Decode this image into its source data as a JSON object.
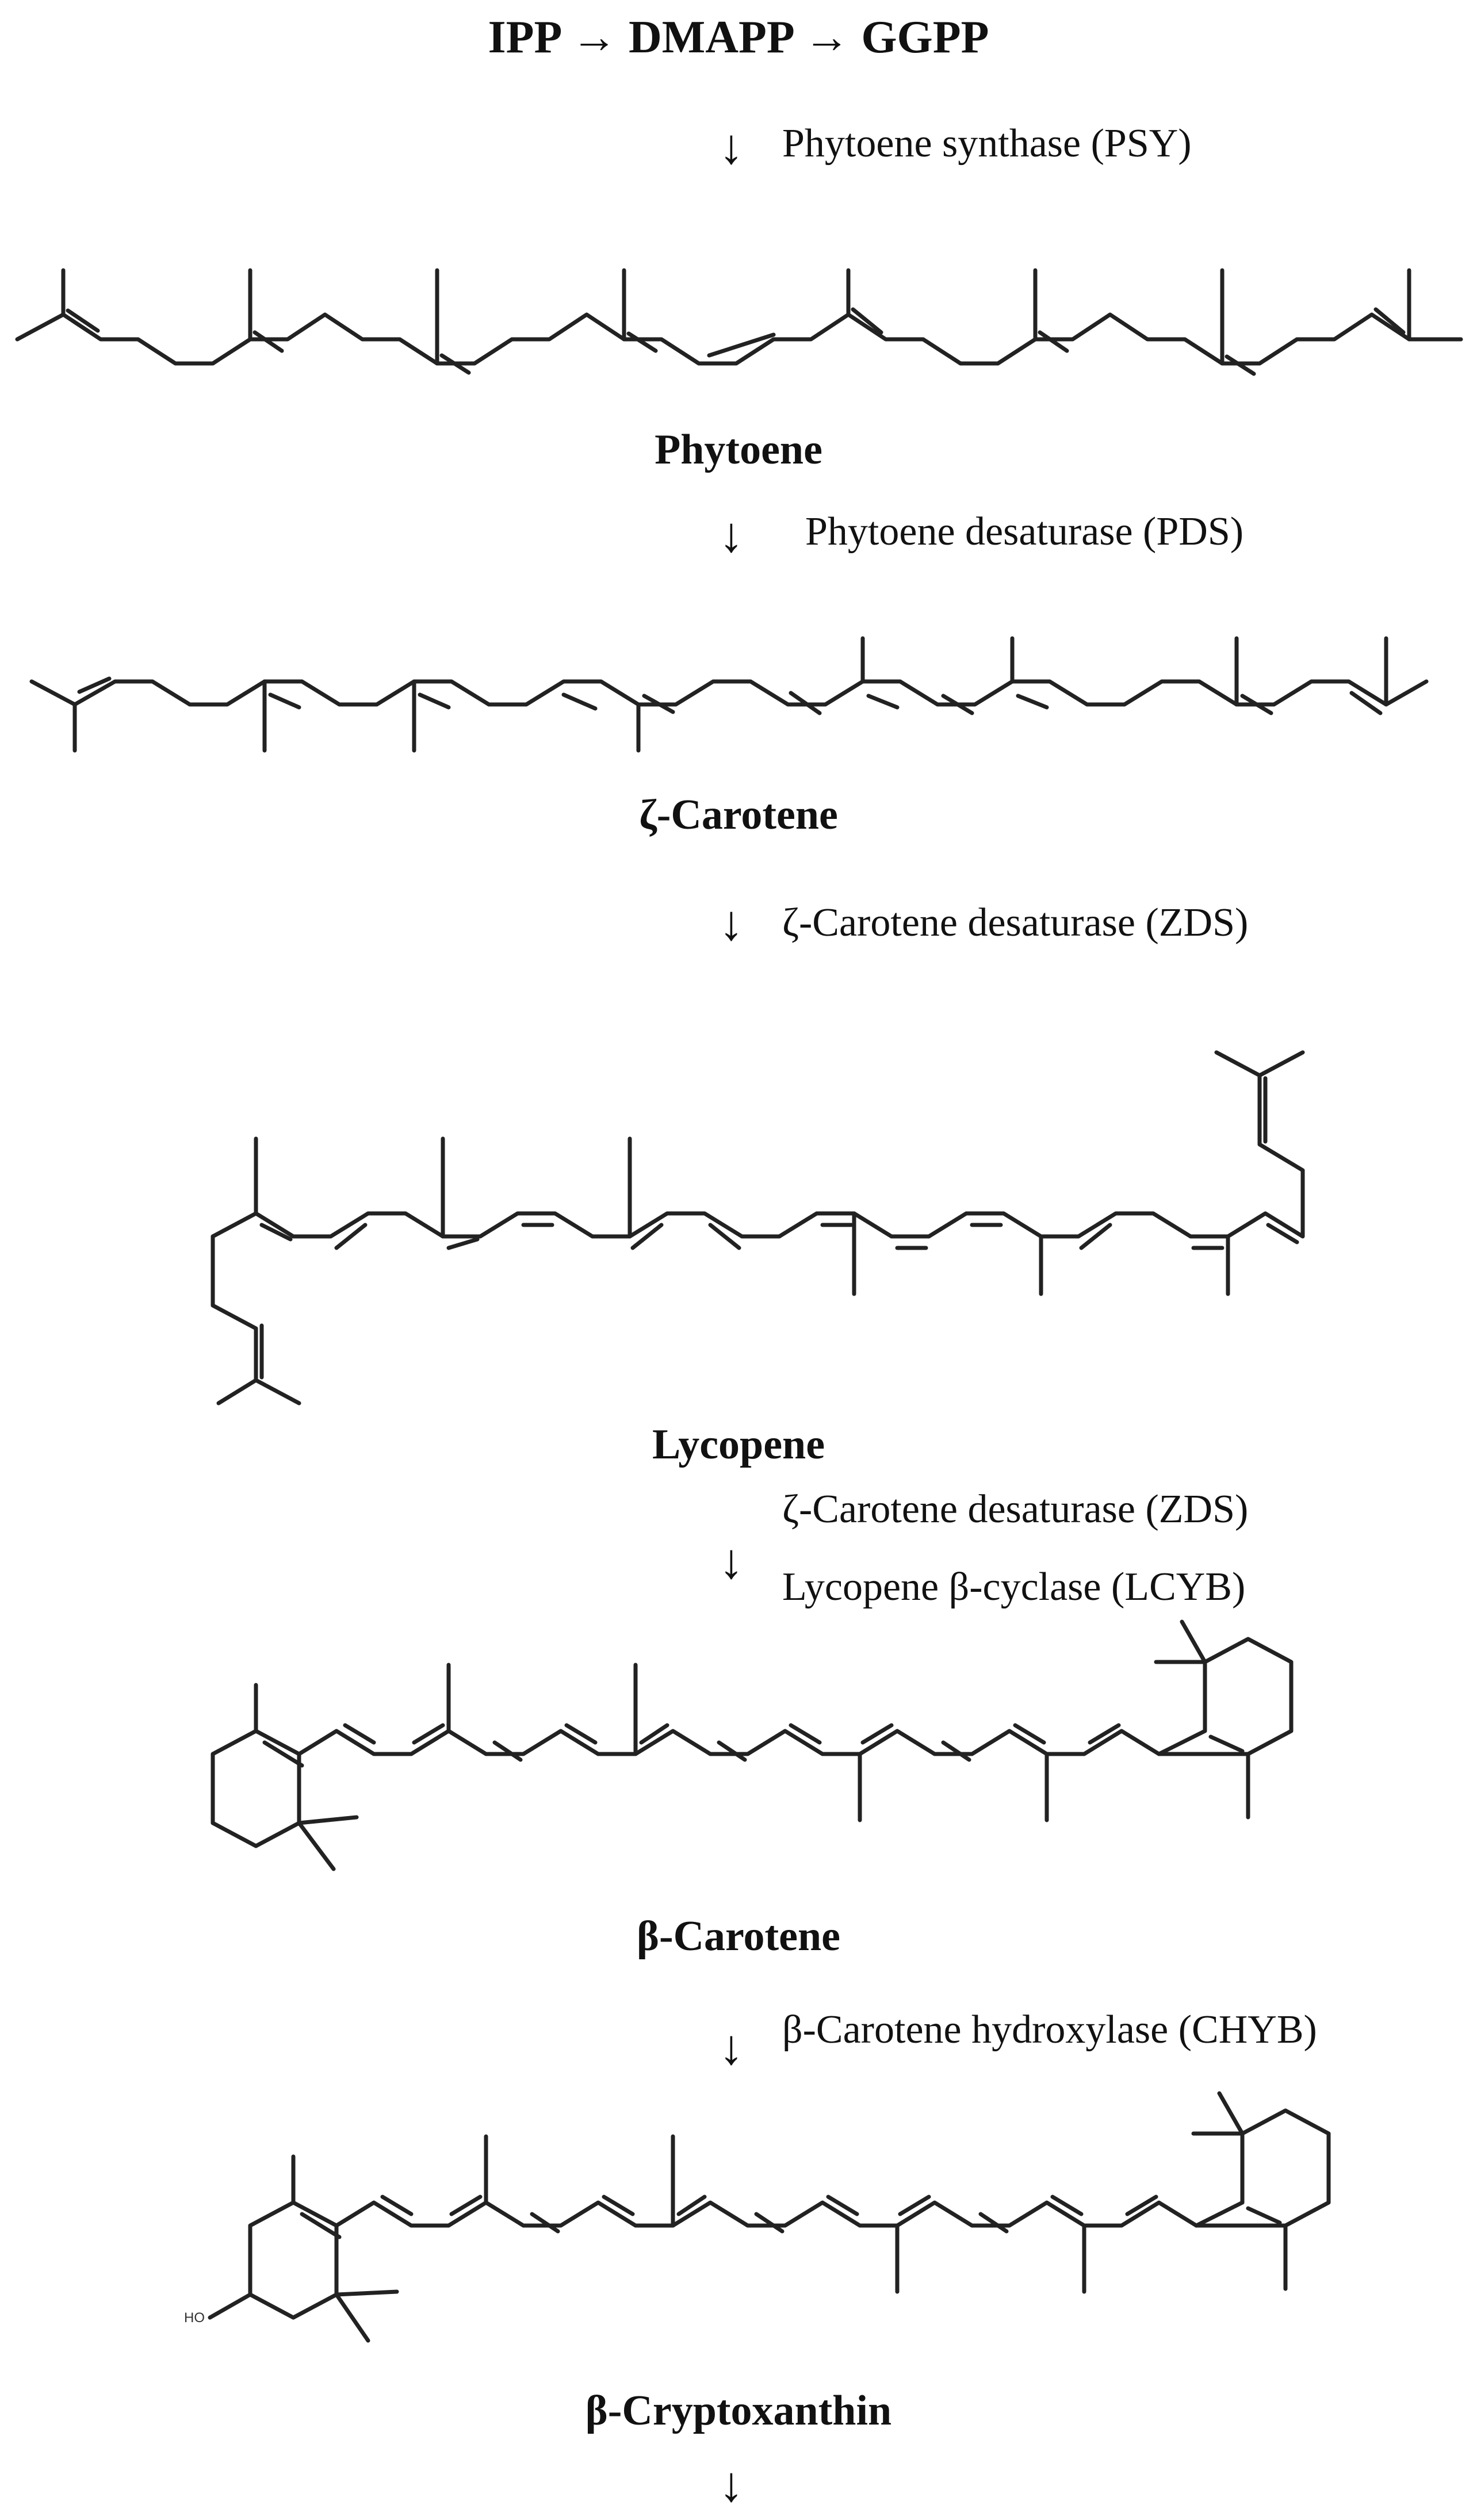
{
  "header": {
    "pathway_start": "IPP → DMAPP → GGPP"
  },
  "arrow_symbol": "↓",
  "steps": [
    {
      "enzymes": [
        "Phytoene synthase (PSY)"
      ]
    },
    {
      "enzymes": [
        "Phytoene desaturase (PDS)"
      ]
    },
    {
      "enzymes": [
        "ζ-Carotene desaturase (ZDS)"
      ]
    },
    {
      "enzymes": [
        "ζ-Carotene desaturase (ZDS)",
        "Lycopene β-cyclase (LCYB)"
      ]
    },
    {
      "enzymes": [
        "β-Carotene hydroxylase (CHYB)"
      ]
    },
    {
      "enzymes": []
    }
  ],
  "compounds": [
    {
      "name": "Phytoene"
    },
    {
      "name": "ζ-Carotene"
    },
    {
      "name": "Lycopene"
    },
    {
      "name": "β-Carotene"
    },
    {
      "name": "β-Cryptoxanthin",
      "hydroxyl_label": "HO"
    }
  ]
}
